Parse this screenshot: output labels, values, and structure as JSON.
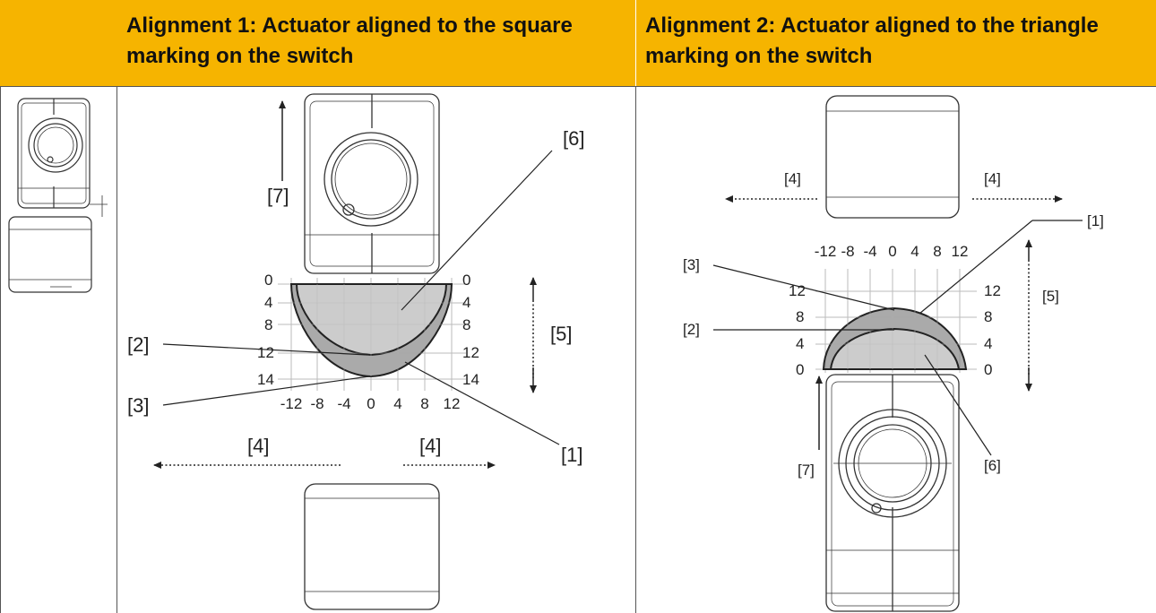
{
  "header": {
    "col2_title": "Alignment 1: Actuator aligned to the square marking on the switch",
    "col3_title": "Alignment 2: Actuator aligned to the triangle marking on the switch"
  },
  "alignment1": {
    "labels": {
      "l1": "[1]",
      "l2": "[2]",
      "l3": "[3]",
      "l4a": "[4]",
      "l4b": "[4]",
      "l5": "[5]",
      "l6": "[6]",
      "l7": "[7]"
    },
    "y_ticks_left": [
      "0",
      "4",
      "8",
      "12",
      "14"
    ],
    "y_ticks_right": [
      "0",
      "4",
      "8",
      "12",
      "14"
    ],
    "x_ticks": [
      "-12",
      "-8",
      "-4",
      "0",
      "4",
      "8",
      "12"
    ]
  },
  "alignment2": {
    "labels": {
      "l1": "[1]",
      "l2": "[2]",
      "l3": "[3]",
      "l4a": "[4]",
      "l4b": "[4]",
      "l5": "[5]",
      "l6": "[6]",
      "l7": "[7]"
    },
    "y_ticks_left": [
      "12",
      "8",
      "4",
      "0"
    ],
    "y_ticks_right": [
      "12",
      "8",
      "4",
      "0"
    ],
    "x_ticks": [
      "-12",
      "-8",
      "-4",
      "0",
      "4",
      "8",
      "12"
    ]
  },
  "colors": {
    "header": "#f6b400",
    "zone_light": "#d2d2d2",
    "zone_dark": "#8e8e8e"
  }
}
